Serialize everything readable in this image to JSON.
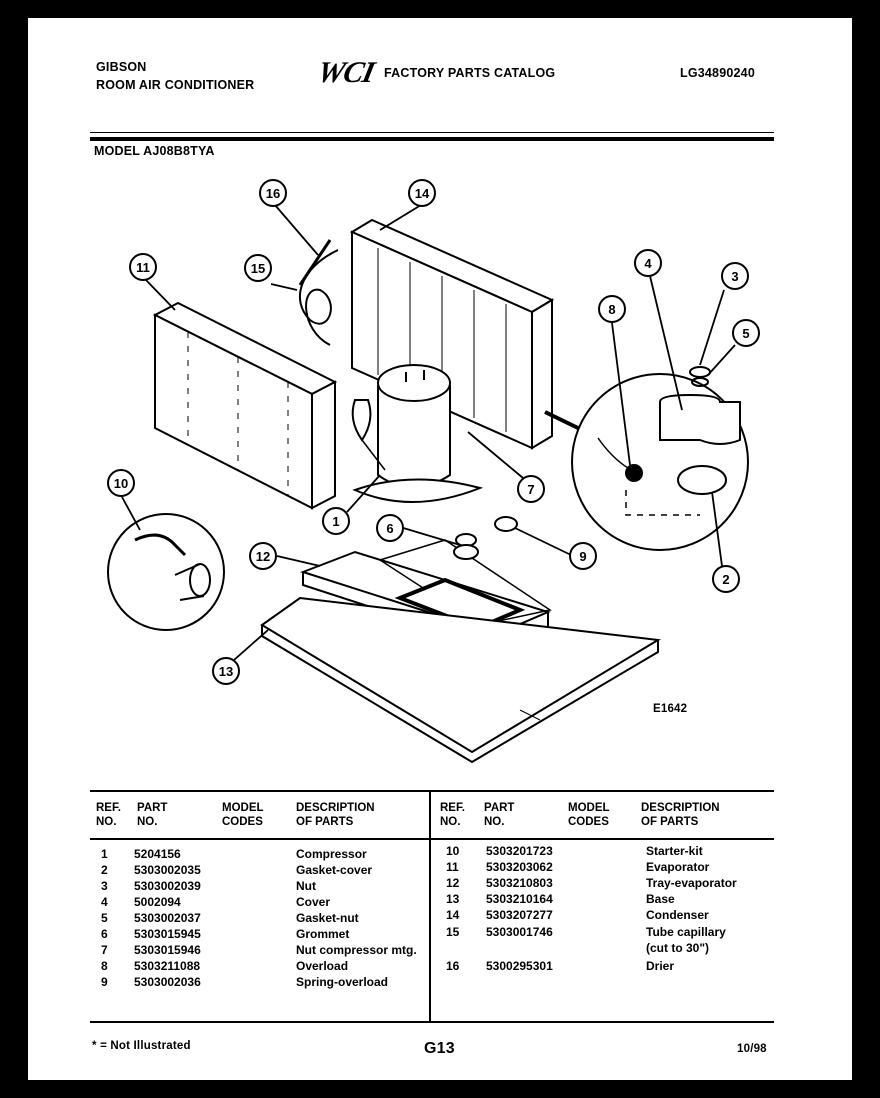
{
  "header": {
    "brand": "GIBSON",
    "product": "ROOM AIR CONDITIONER",
    "catalog_logo": "WCI",
    "catalog_title": "FACTORY PARTS CATALOG",
    "catalog_number": "LG34890240",
    "model_line": "MODEL AJ08B8TYA"
  },
  "diagram": {
    "figure_id": "E1642",
    "callouts": [
      "1",
      "2",
      "3",
      "4",
      "5",
      "6",
      "7",
      "8",
      "9",
      "10",
      "11",
      "12",
      "13",
      "14",
      "15",
      "16"
    ]
  },
  "table": {
    "headers": {
      "ref": "REF.",
      "ref2": "NO.",
      "part": "PART",
      "part2": "NO.",
      "model": "MODEL",
      "model2": "CODES",
      "desc": "DESCRIPTION",
      "desc2": "OF PARTS"
    },
    "left_rows": [
      {
        "ref": "1",
        "part": "5204156",
        "desc": "Compressor"
      },
      {
        "ref": "2",
        "part": "5303002035",
        "desc": "Gasket-cover"
      },
      {
        "ref": "3",
        "part": "5303002039",
        "desc": "Nut"
      },
      {
        "ref": "4",
        "part": "5002094",
        "desc": "Cover"
      },
      {
        "ref": "5",
        "part": "5303002037",
        "desc": "Gasket-nut"
      },
      {
        "ref": "6",
        "part": "5303015945",
        "desc": "Grommet"
      },
      {
        "ref": "7",
        "part": "5303015946",
        "desc": "Nut compressor mtg."
      },
      {
        "ref": "8",
        "part": "5303211088",
        "desc": "Overload"
      },
      {
        "ref": "9",
        "part": "5303002036",
        "desc": "Spring-overload"
      }
    ],
    "right_rows": [
      {
        "ref": "10",
        "part": "5303201723",
        "desc": "Starter-kit"
      },
      {
        "ref": "11",
        "part": "5303203062",
        "desc": "Evaporator"
      },
      {
        "ref": "12",
        "part": "5303210803",
        "desc": "Tray-evaporator"
      },
      {
        "ref": "13",
        "part": "5303210164",
        "desc": "Base"
      },
      {
        "ref": "14",
        "part": "5303207277",
        "desc": "Condenser"
      },
      {
        "ref": "15",
        "part": "5303001746",
        "desc": "Tube capillary"
      },
      {
        "ref": "",
        "part": "",
        "desc": "(cut to 30\")"
      },
      {
        "ref": "16",
        "part": "5300295301",
        "desc": "Drier"
      }
    ]
  },
  "footer": {
    "note": "* = Not Illustrated",
    "page": "G13",
    "date": "10/98"
  }
}
